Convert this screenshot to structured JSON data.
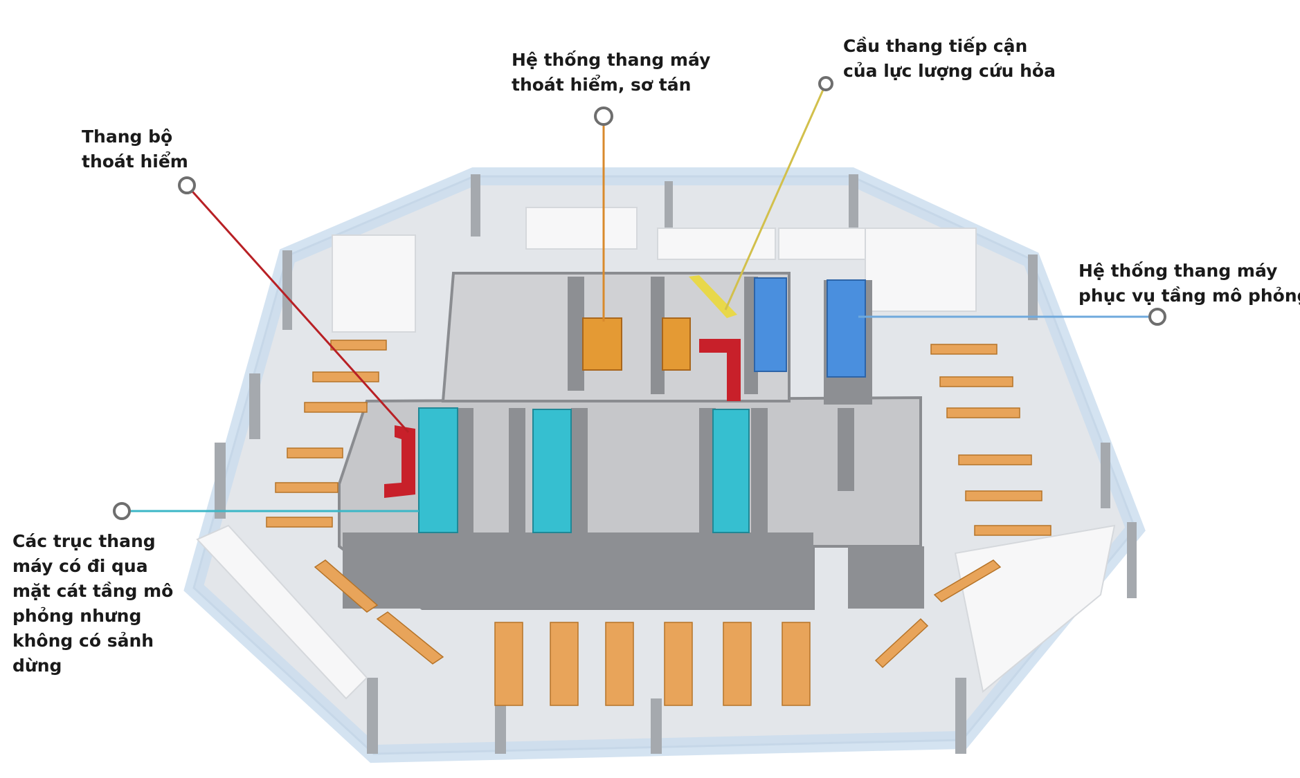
{
  "labels": {
    "evac_stair": {
      "lines": [
        "Thang bộ",
        "thoát hiểm"
      ],
      "color": "#b82025"
    },
    "evac_elevator": {
      "lines": [
        "Hệ thống thang máy",
        "thoát hiểm, sơ tán"
      ],
      "color": "#d98a2c"
    },
    "fire_stair": {
      "lines": [
        "Cầu thang tiếp cận",
        "của lực lượng cứu hỏa"
      ],
      "color": "#d2c04c"
    },
    "sim_elevator": {
      "lines": [
        "Hệ thống thang máy",
        "phục vụ tầng mô phỏng"
      ],
      "color": "#6fa9dc"
    },
    "pass_shafts": {
      "lines": [
        "Các trục thang",
        "máy có đi qua",
        "mặt cát tầng mô",
        "phỏng nhưng",
        "không có sảnh",
        "dừng"
      ],
      "color": "#3bb7c7"
    }
  },
  "colors": {
    "floor": "#e4e6e9",
    "core_wall": "#8a8c90",
    "glass": "#d7e6f3",
    "desk": "#e8a45a",
    "chair": "#2b2b2b",
    "cyan_car": "#36bfd0",
    "blue_car": "#4a8fde",
    "orange_car": "#e49a34",
    "red_stair": "#c8202a",
    "yellow_stair": "#e8d84a"
  }
}
